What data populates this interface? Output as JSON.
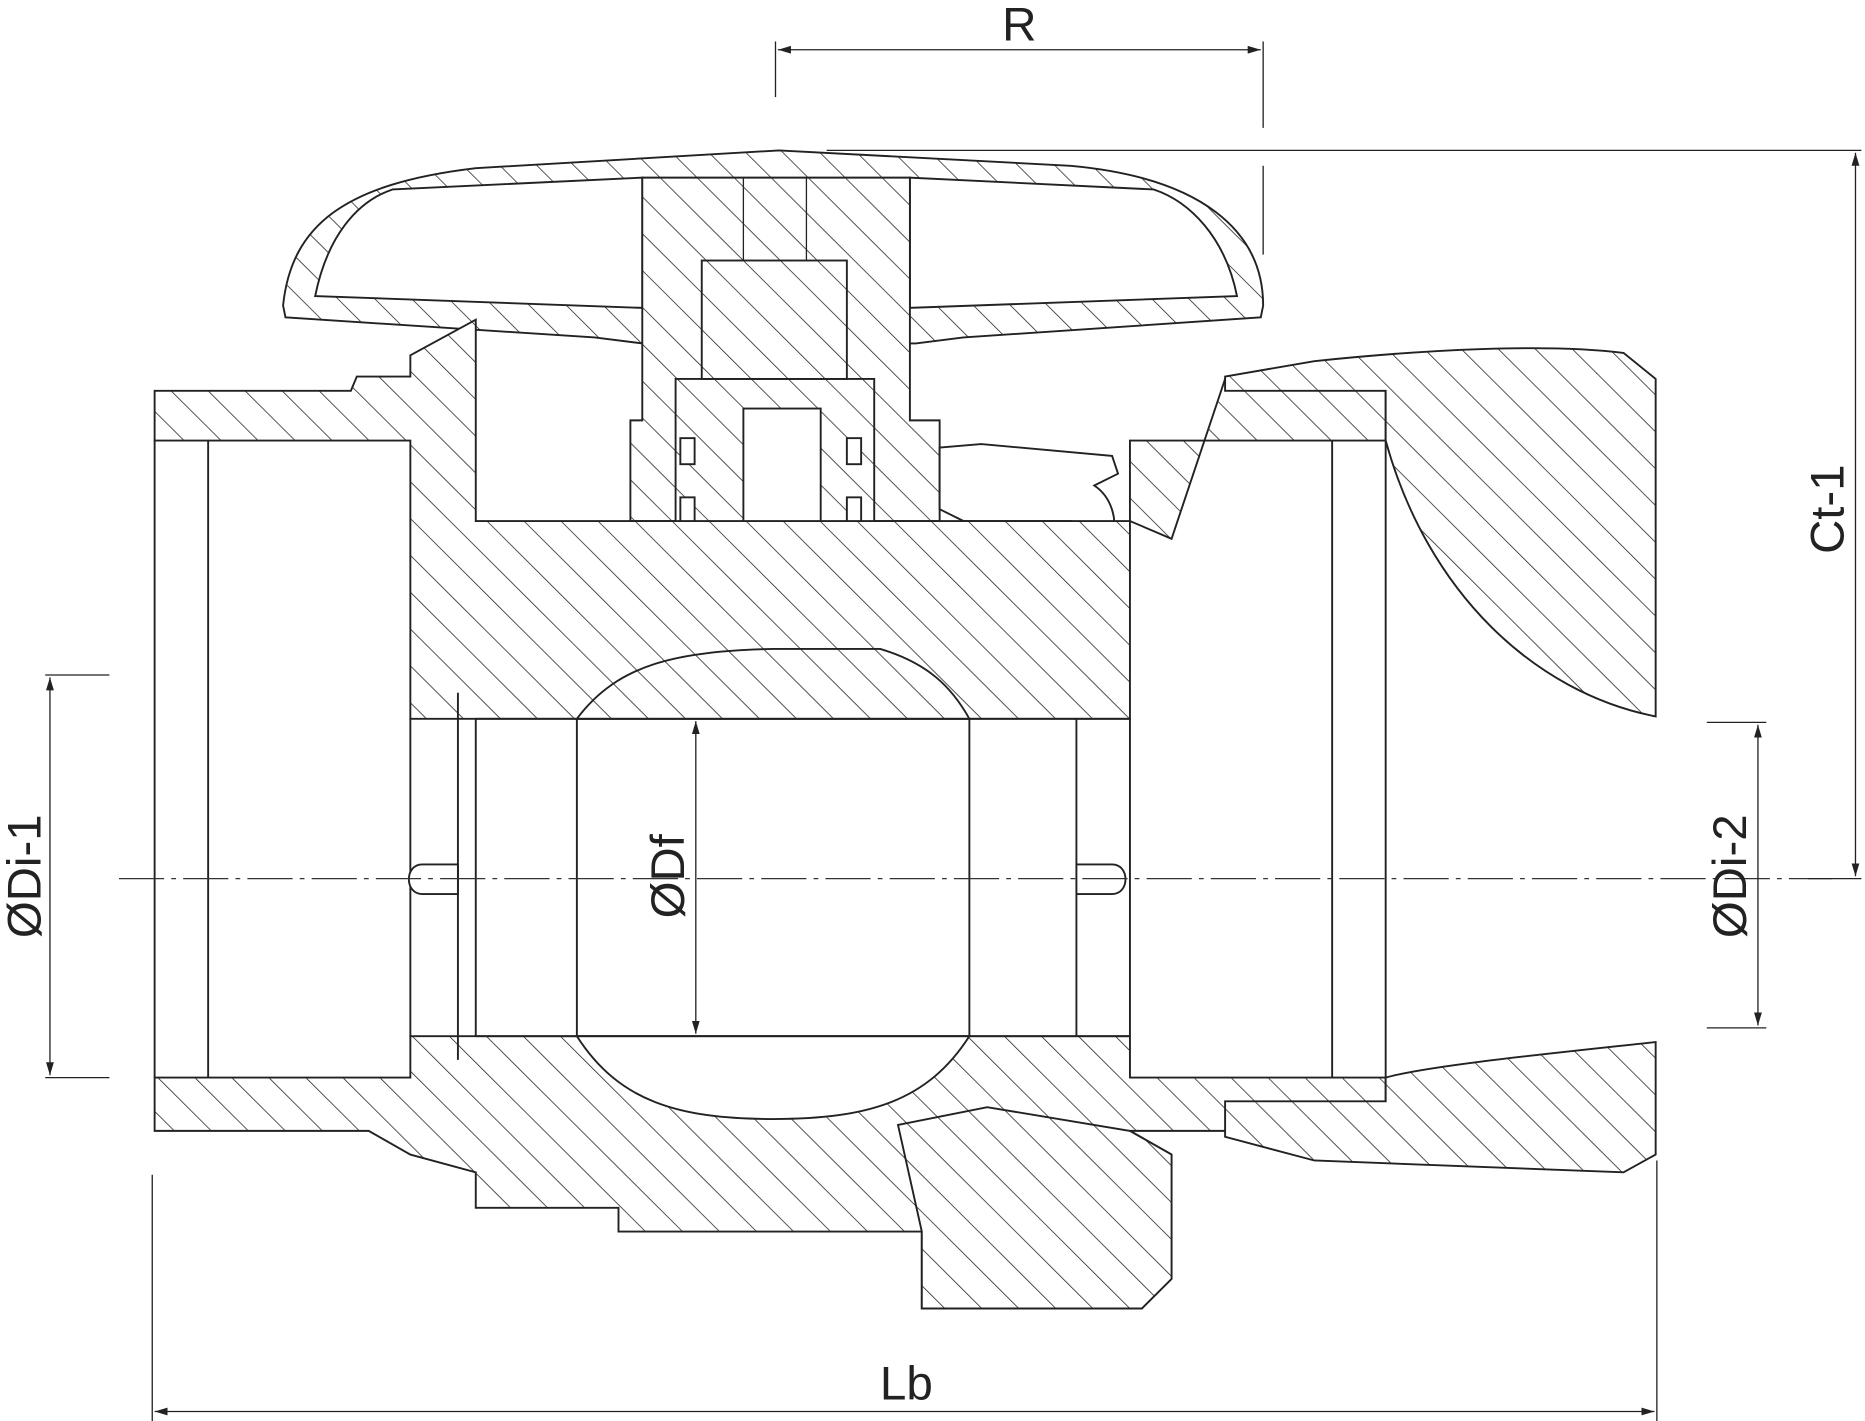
{
  "drawing": {
    "title": "Ball valve cross-section",
    "dimensions": {
      "r": "R",
      "ct1": "Ct-1",
      "di1": "ØDi-1",
      "df": "ØDf",
      "di2": "ØDi-2",
      "lb": "Lb"
    },
    "colors": {
      "line": "#222222",
      "background": "#ffffff"
    }
  }
}
